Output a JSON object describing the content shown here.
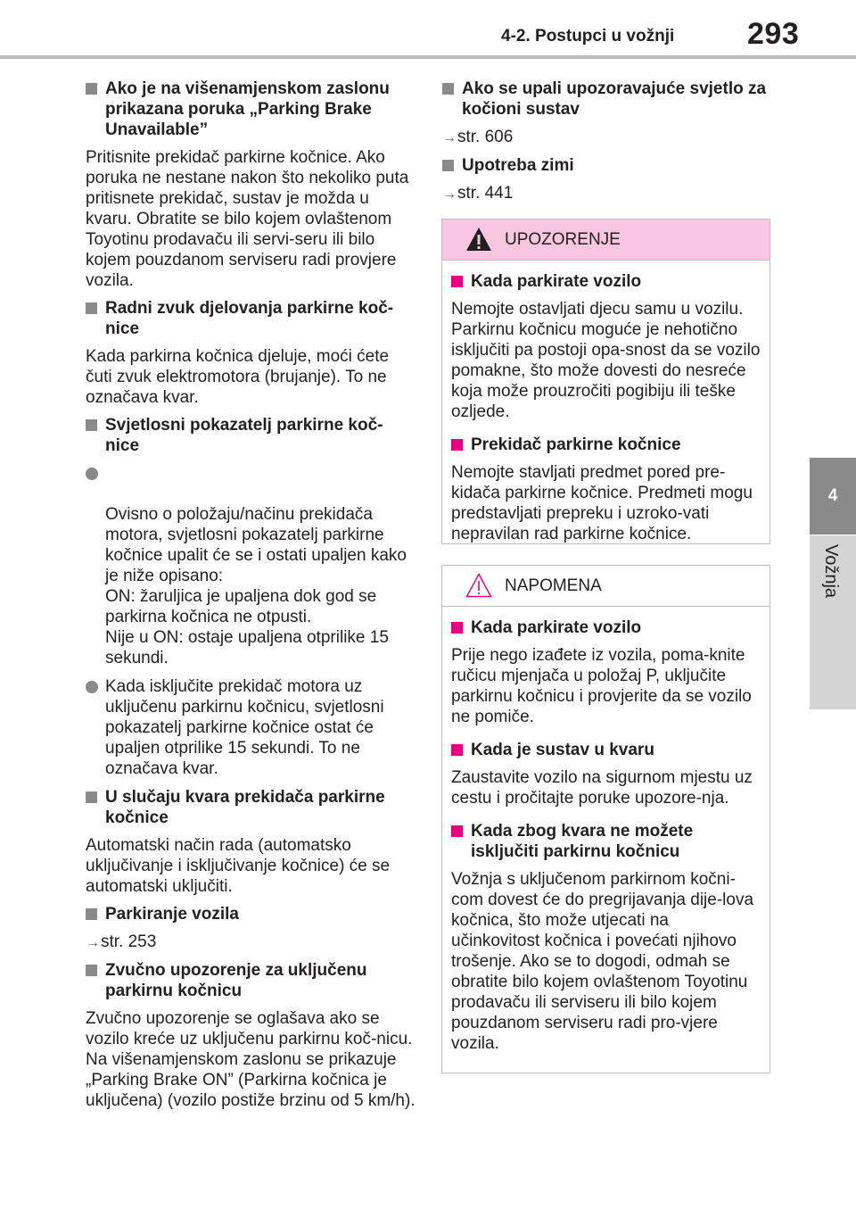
{
  "header": {
    "section": "4-2. Postupci u vožnji",
    "page_number": "293"
  },
  "side_tab": {
    "number": "4",
    "label": "Vožnja"
  },
  "left_column": {
    "h1": "Ako je na višenamjenskom zaslonu prikazana poruka „Parking Brake Unavailable”",
    "p1": "Pritisnite prekidač parkirne kočnice. Ako poruka ne nestane nakon što nekoliko puta pritisnete prekidač, sustav je možda u kvaru. Obratite se bilo kojem ovlaštenom Toyotinu prodavaču ili servi-seru ili bilo kojem pouzdanom serviseru radi provjere vozila.",
    "h2": "Radni zvuk djelovanja parkirne koč-nice",
    "p2": "Kada parkirna kočnica djeluje, moći ćete čuti zvuk elektromotora (brujanje). To ne označava kvar.",
    "h3": "Svjetlosni pokazatelj parkirne koč-nice",
    "b1": "Ovisno o položaju/načinu prekidača motora, svjetlosni pokazatelj parkirne kočnice upalit će se i ostati upaljen kako je niže opisano:\nON: žaruljica je upaljena dok god se parkirna kočnica ne otpusti.\nNije u ON: ostaje upaljena otprilike 15 sekundi.",
    "b2": "Kada isključite prekidač motora uz uključenu parkirnu kočnicu, svjetlosni pokazatelj parkirne kočnice ostat će upaljen otprilike 15 sekundi. To ne označava kvar.",
    "h4": "U slučaju kvara prekidača parkirne kočnice",
    "p4": "Automatski način rada (automatsko uključivanje i isključivanje kočnice) će se automatski uključiti.",
    "h5": "Parkiranje vozila",
    "ref5": "str. 253",
    "h6": "Zvučno upozorenje za uključenu parkirnu kočnicu",
    "p6": "Zvučno upozorenje se oglašava ako se vozilo kreće uz uključenu parkirnu koč-nicu. Na višenamjenskom zaslonu se prikazuje „Parking Brake ON” (Parkirna kočnica je uključena) (vozilo postiže brzinu od 5 km/h)."
  },
  "right_column": {
    "h1": "Ako se upali upozoravajuće svjetlo za kočioni sustav",
    "ref1": "str. 606",
    "h2": "Upotreba zimi",
    "ref2": "str. 441"
  },
  "warning_box": {
    "title": "UPOZORENJE",
    "icon": "warning-triangle-icon",
    "h1": "Kada parkirate vozilo",
    "p1": "Nemojte ostavljati djecu samu u vozilu. Parkirnu kočnicu moguće je nehotično isključiti pa postoji opa-snost da se vozilo pomakne, što može dovesti do nesreće koja može prouzročiti pogibiju ili teške ozljede.",
    "h2": "Prekidač parkirne kočnice",
    "p2": "Nemojte stavljati predmet pored pre-kidača parkirne kočnice. Predmeti mogu predstavljati prepreku i uzroko-vati nepravilan rad parkirne kočnice."
  },
  "note_box": {
    "title": "NAPOMENA",
    "icon": "caution-triangle-icon",
    "h1": "Kada parkirate vozilo",
    "p1": "Prije nego izađete iz vozila, poma-knite ručicu mjenjača u položaj P, uključite parkirnu kočnicu i provjerite da se vozilo ne pomiče.",
    "h2": "Kada je sustav u kvaru",
    "p2": "Zaustavite vozilo na sigurnom mjestu uz cestu i pročitajte poruke upozore-nja.",
    "h3": "Kada zbog kvara ne možete isključiti parkirnu kočnicu",
    "p3": "Vožnja s uključenom parkirnom kočni-com dovest će do pregrijavanja dije-lova kočnica, što može utjecati na učinkovitost kočnica i povećati njihovo trošenje. Ako se to dogodi, odmah se obratite bilo kojem ovlaštenom Toyotinu prodavaču ili serviseru ili bilo kojem pouzdanom serviseru radi pro-vjere vozila."
  },
  "colors": {
    "warning_header": "#f8c6e0",
    "accent_square": "#e4007f",
    "grey_square": "#8a8a8a"
  }
}
